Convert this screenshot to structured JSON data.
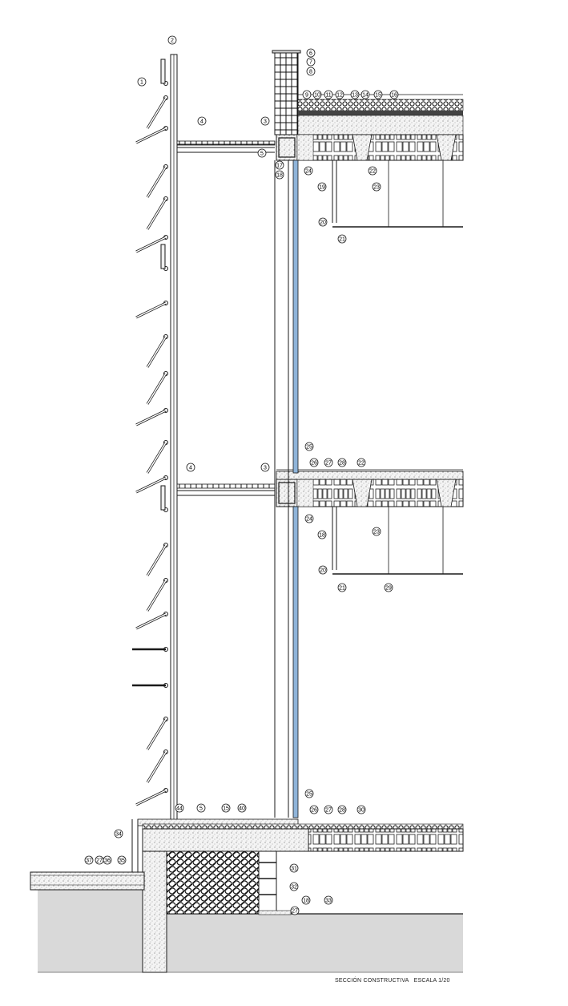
{
  "title": "SECCIÓN CONSTRUCTIVA   ESCALA 1/20",
  "colors": {
    "line": "#1a1a1a",
    "ground": "#d9d9d9",
    "glass": "#8fb4d9",
    "concrete": "#efefef"
  },
  "callouts": [
    "2",
    "1",
    "4",
    "3",
    "5",
    "6",
    "7",
    "8",
    "9",
    "10",
    "11",
    "12",
    "13",
    "14",
    "15",
    "16",
    "17",
    "18",
    "24",
    "22",
    "19",
    "23",
    "20",
    "21",
    "25",
    "26",
    "27",
    "28",
    "22",
    "4",
    "3",
    "24",
    "18",
    "23",
    "20",
    "21",
    "29",
    "25",
    "44",
    "5",
    "15",
    "40",
    "26",
    "27",
    "28",
    "30",
    "34",
    "37",
    "27",
    "36",
    "35",
    "31",
    "32",
    "18",
    "27",
    "33"
  ]
}
